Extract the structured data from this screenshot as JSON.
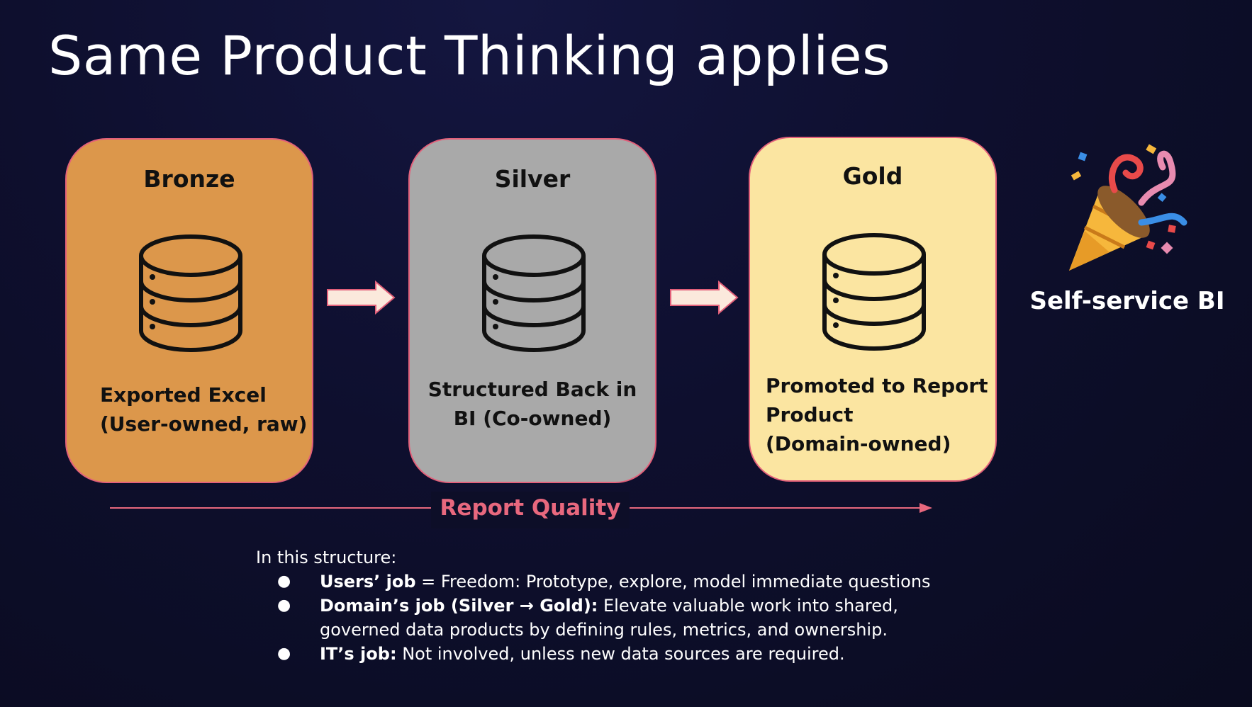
{
  "slide": {
    "title": "Same Product Thinking applies"
  },
  "stages": [
    {
      "title": "Bronze",
      "desc_lines": [
        "Exported Excel",
        "(User-owned, raw)"
      ],
      "color": "#dc974b"
    },
    {
      "title": "Silver",
      "desc_lines": [
        "Structured Back in",
        "BI (Co-owned)"
      ],
      "color": "#a9a9a9"
    },
    {
      "title": "Gold",
      "desc_lines": [
        "Promoted to Report",
        "Product",
        "(Domain-owned)"
      ],
      "color": "#fbe5a1"
    }
  ],
  "icons": {
    "stage_icon": "database-icon",
    "connector": "right-arrow-icon",
    "celebration": "party-popper-icon"
  },
  "quality_axis": {
    "label": "Report Quality",
    "color": "#e8687e"
  },
  "outcome": {
    "label": "Self-service BI"
  },
  "notes": {
    "intro": "In this structure:",
    "items": [
      {
        "bold": "Users’ job",
        "text": " = Freedom: Prototype, explore, model immediate questions"
      },
      {
        "bold": "Domain’s job (Silver → Gold):",
        "text": " Elevate valuable work into shared, governed data products by defining rules, metrics, and ownership."
      },
      {
        "bold": "IT’s job:",
        "text": " Not involved, unless new data sources are required."
      }
    ],
    "bullet": "●"
  }
}
